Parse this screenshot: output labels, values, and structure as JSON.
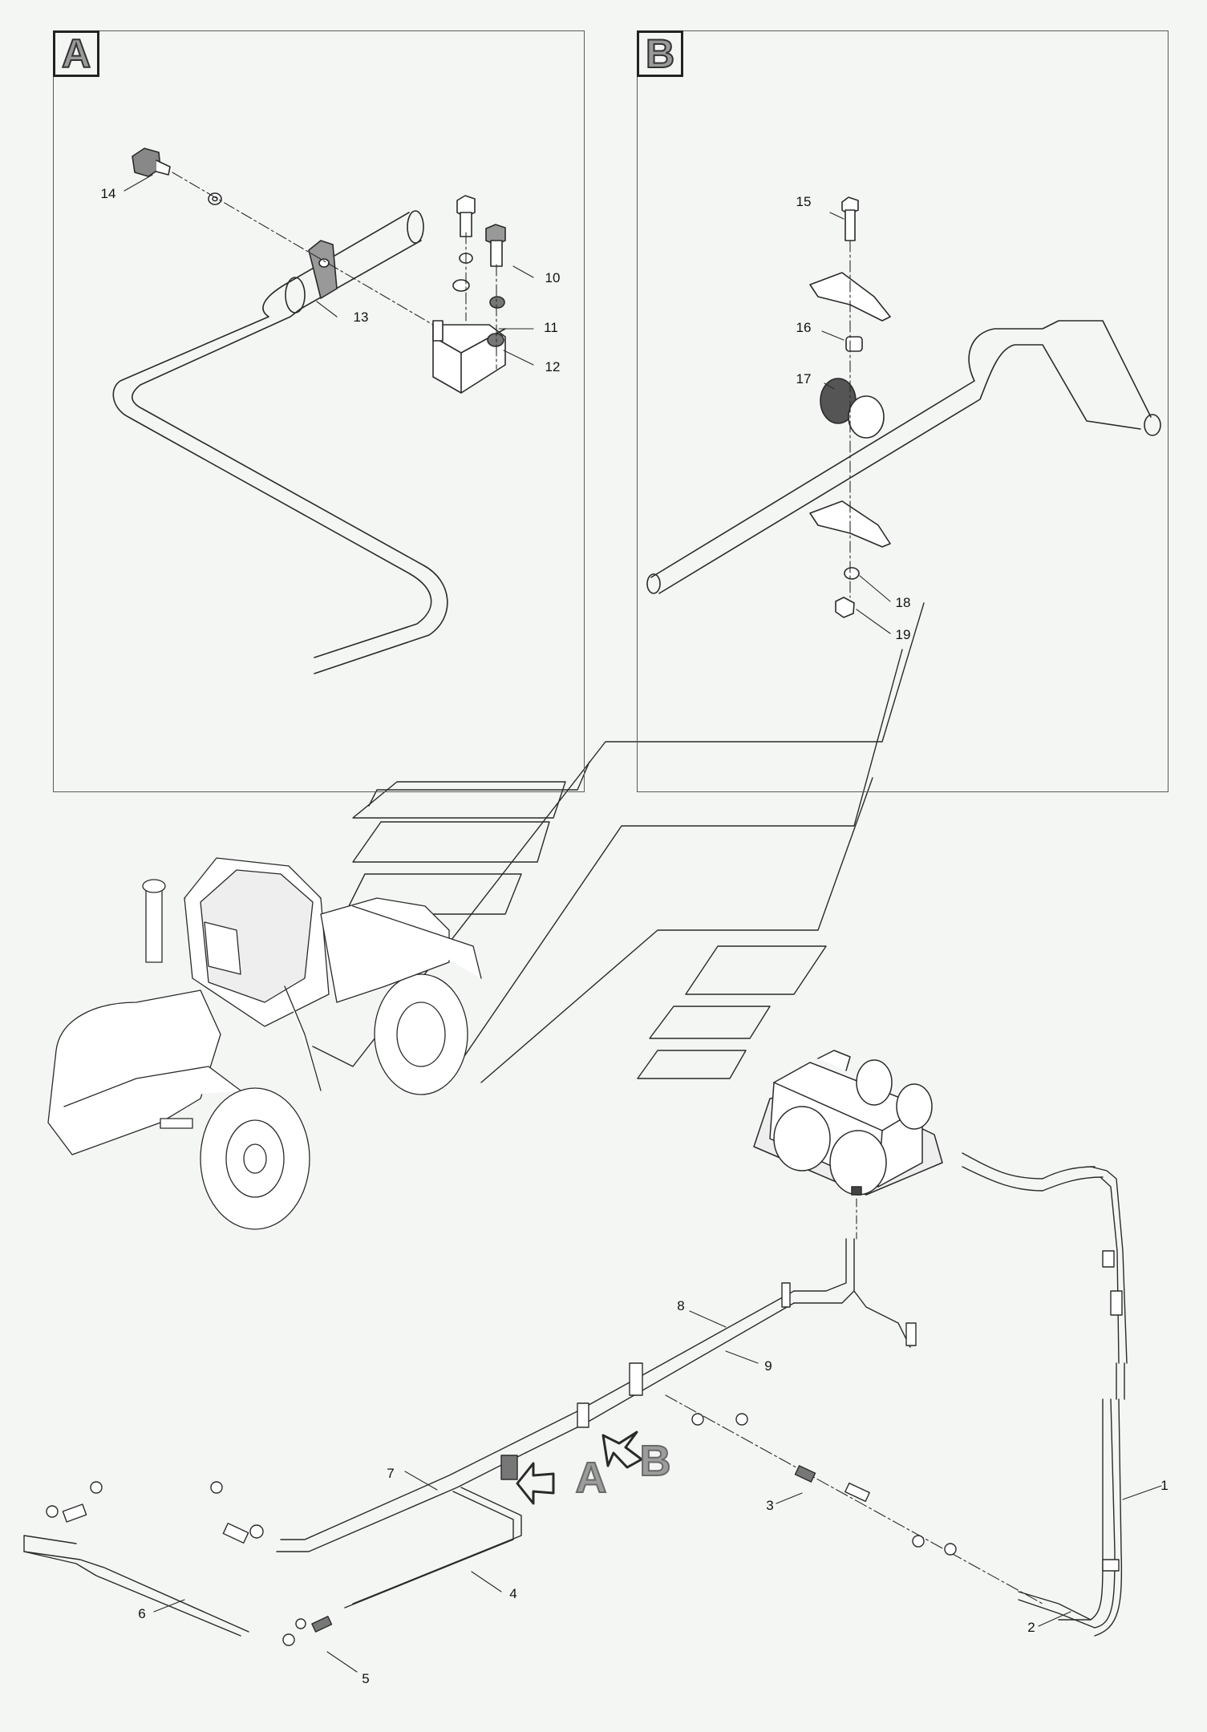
{
  "detail_views": [
    {
      "id": "A",
      "label": "A"
    },
    {
      "id": "B",
      "label": "B"
    }
  ],
  "view_markers": [
    "A",
    "B"
  ],
  "callouts": {
    "c1": "1",
    "c2": "2",
    "c3": "3",
    "c4": "4",
    "c5": "5",
    "c6": "6",
    "c7": "7",
    "c8": "8",
    "c9": "9",
    "c10": "10",
    "c11": "11",
    "c12": "12",
    "c13": "13",
    "c14": "14",
    "c15": "15",
    "c16": "16",
    "c17": "17",
    "c18": "18",
    "c19": "19"
  },
  "colors": {
    "background": "#f3f6f3",
    "line": "#2a2a2a",
    "part_fill": "#ffffff",
    "dark_part": "#555555",
    "letter_gray": "#9c9c9c"
  }
}
